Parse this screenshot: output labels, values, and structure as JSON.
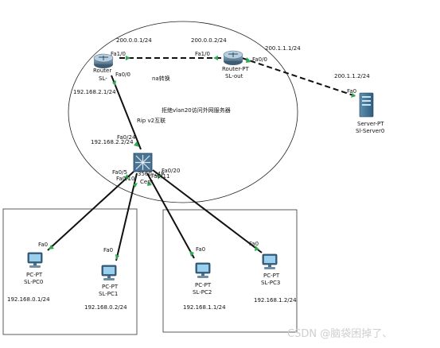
{
  "devices": {
    "router0": {
      "type": "Router",
      "name": "SL-"
    },
    "router1": {
      "type": "Router-PT",
      "name": "SL-out"
    },
    "server0": {
      "type": "Server-PT",
      "name": "Sl-Server0"
    },
    "switch0": {
      "type": "3560-24P",
      "name": "Cent"
    },
    "pc0": {
      "type": "PC-PT",
      "name": "SL-PC0"
    },
    "pc1": {
      "type": "PC-PT",
      "name": "SL-PC1"
    },
    "pc2": {
      "type": "PC-PT",
      "name": "SL-PC2"
    },
    "pc3": {
      "type": "PC-PT",
      "name": "SL-PC3"
    }
  },
  "ports": {
    "r0_fa10": "Fa1/0",
    "r0_fa00": "Fa0/0",
    "r1_fa10": "Fa1/0",
    "r1_fa00": "Fa0/0",
    "server_fa0": "Fa0",
    "sw_fa024": "Fa0/24",
    "sw_fa05": "Fa0/5",
    "sw_fa010": "Fa0/10",
    "sw_fa020": "Fa0/20",
    "sw_fa011": "Fa0/11",
    "pc0_fa0": "Fa0",
    "pc1_fa0": "Fa0",
    "pc2_fa0": "Fa0",
    "pc3_fa0": "Fa0"
  },
  "ips": {
    "r0_wan": "200.0.0.1/24",
    "r1_wan": "200.0.0.2/24",
    "r1_lan": "200.1.1.1/24",
    "server": "200.1.1.2/24",
    "r0_lan": "192.168.2.1/24",
    "sw_up": "192.168.2.2/24",
    "pc0": "192.168.0.1/24",
    "pc1": "192.168.0.2/24",
    "pc2": "192.168.1.1/24",
    "pc3": "192.168.1.2/24"
  },
  "notes": {
    "nat": "na转换",
    "acl": "拒绝vlan20访问外网服务器",
    "rip": "Rip v2互联"
  },
  "watermark": "CSDN @脑袋困掉了、"
}
